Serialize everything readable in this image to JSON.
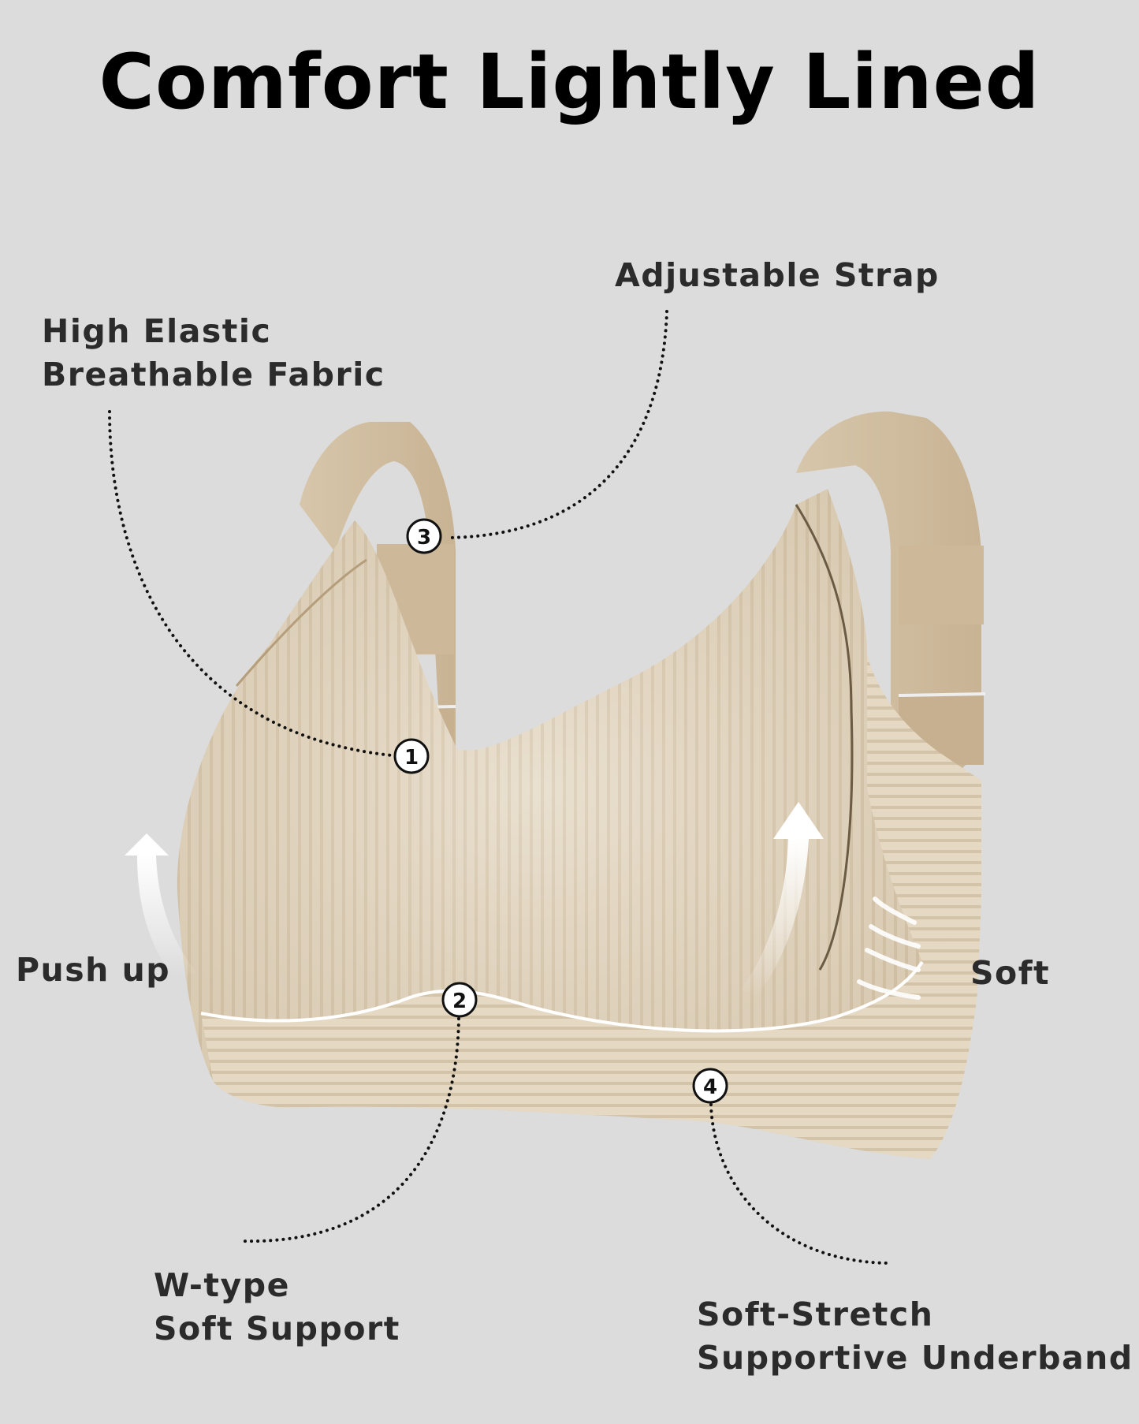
{
  "title": "Comfort Lightly Lined",
  "colors": {
    "background": "#dcdcdc",
    "fabric": "#e2d5bf",
    "fabric_shadow": "#cdbca2",
    "strap": "#d9c8ad",
    "strap_dark": "#bfa988",
    "text": "#2b2b2b",
    "title": "#000000"
  },
  "features": [
    {
      "id": "high-elastic-fabric",
      "marker": "1",
      "lines": [
        "High Elastic",
        "Breathable Fabric"
      ]
    },
    {
      "id": "w-type-soft-support",
      "marker": "2",
      "lines": [
        "W-type",
        "Soft Support"
      ]
    },
    {
      "id": "adjustable-strap",
      "marker": "3",
      "lines": [
        "Adjustable Strap"
      ]
    },
    {
      "id": "soft-stretch-underband",
      "marker": "4",
      "lines": [
        "Soft-Stretch",
        "Supportive Underband"
      ]
    }
  ],
  "callouts": {
    "push_up": "Push up",
    "soft": "Soft"
  },
  "icons": {
    "push_up_arrow": "curved-up-arrow-icon",
    "side_arrow": "curved-up-arrow-icon",
    "soft_arrows": "inward-arrows-icon"
  }
}
